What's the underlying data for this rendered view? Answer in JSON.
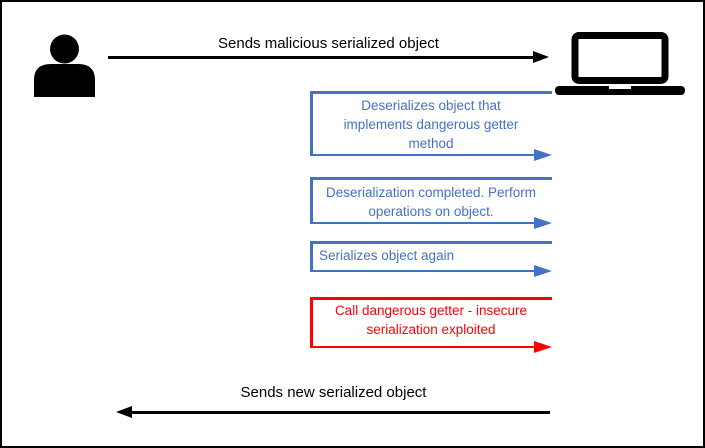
{
  "frame": {
    "background": "#FFFFFF",
    "border_color": "#000000"
  },
  "palette": {
    "black": "#000000",
    "blue": "#4472C4",
    "red": "#FF0000"
  },
  "actors": {
    "attacker": {
      "icon": "person-icon",
      "position": "top-left"
    },
    "server": {
      "icon": "laptop-icon",
      "position": "top-right"
    }
  },
  "messages": {
    "request": {
      "label": "Sends malicious serialized object",
      "direction": "right",
      "color": "#000000"
    },
    "self_steps": [
      {
        "lines": [
          "Deserializes object that",
          "implements dangerous getter",
          "method"
        ],
        "color": "#4472C4"
      },
      {
        "lines": [
          "Deserialization completed. Perform",
          "operations on object."
        ],
        "color": "#4472C4"
      },
      {
        "lines": [
          "Serializes object again"
        ],
        "color": "#4472C4"
      },
      {
        "lines": [
          "Call dangerous getter - insecure",
          "serialization exploited"
        ],
        "color": "#FF0000"
      }
    ],
    "response": {
      "label": "Sends new serialized object",
      "direction": "left",
      "color": "#000000"
    }
  }
}
